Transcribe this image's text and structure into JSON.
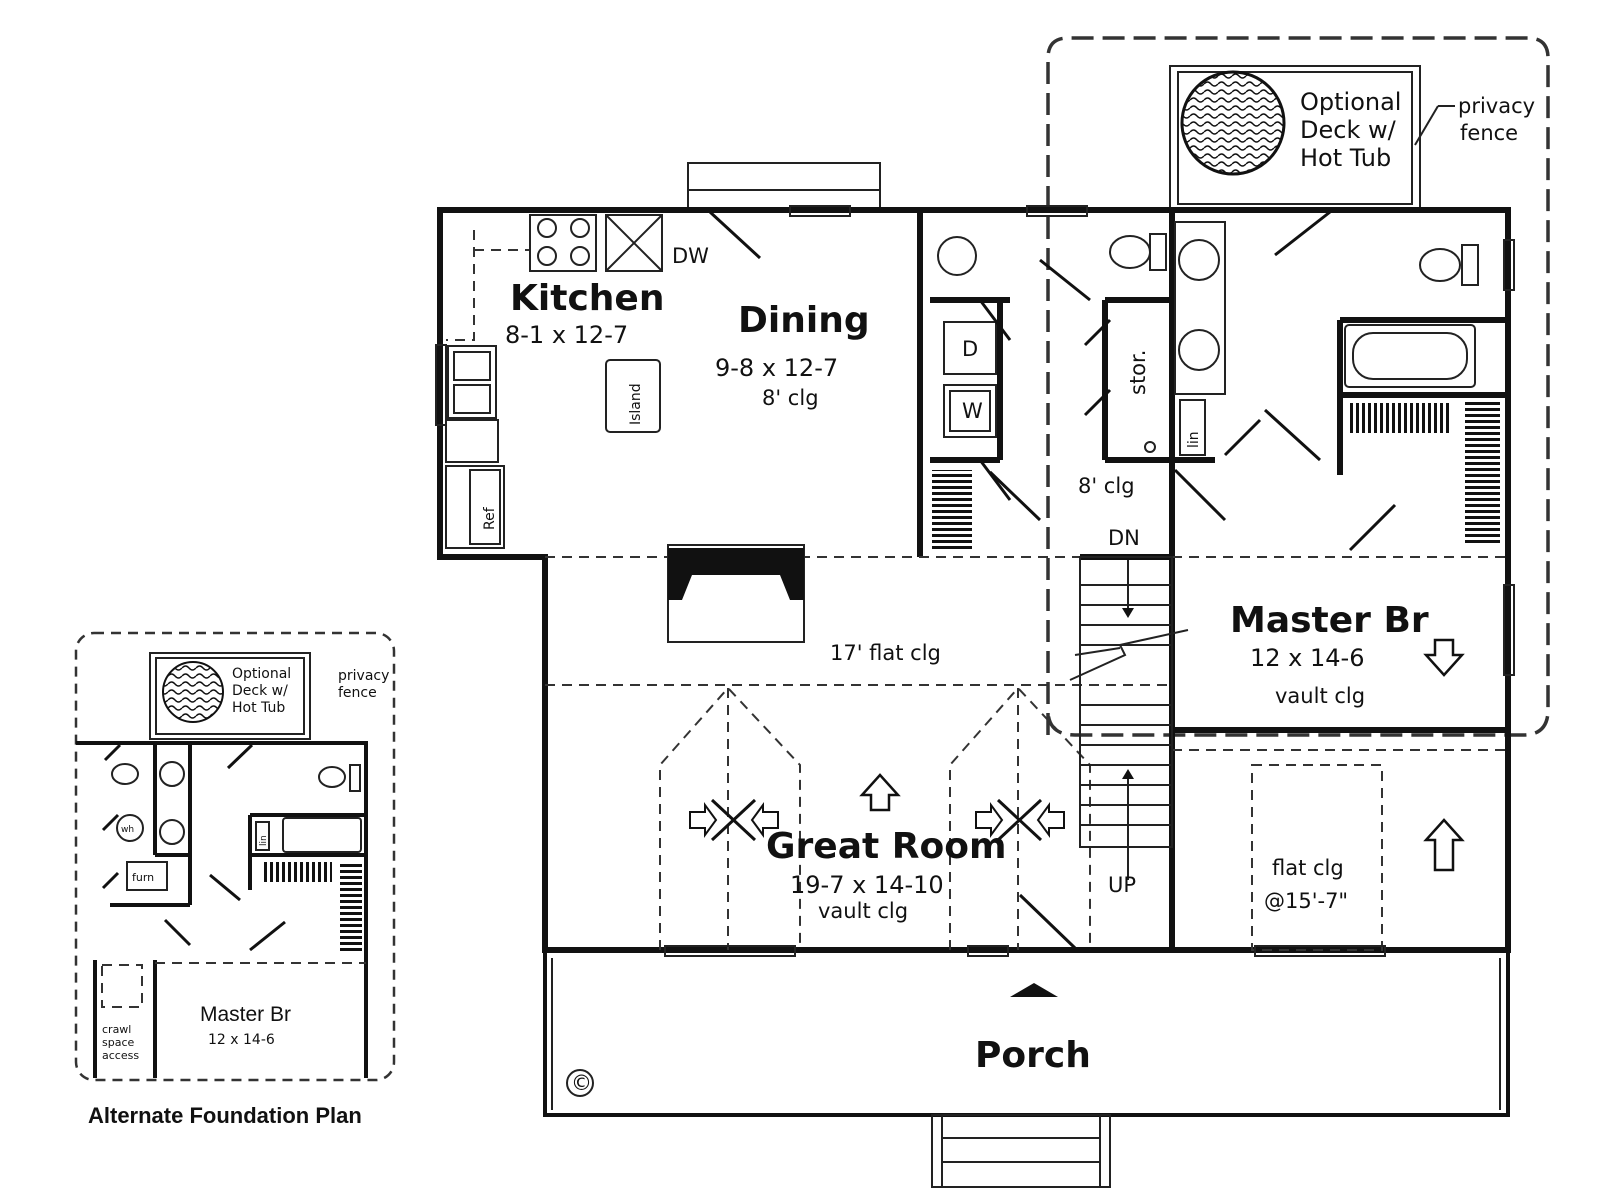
{
  "main_plan": {
    "kitchen": {
      "name": "Kitchen",
      "size": "8-1 x 12-7"
    },
    "dining": {
      "name": "Dining",
      "size": "9-8 x 12-7",
      "ceiling": "8' clg"
    },
    "great_room": {
      "name": "Great Room",
      "size": "19-7 x 14-10",
      "ceiling": "vault clg"
    },
    "master_br": {
      "name": "Master Br",
      "size": "12 x 14-6",
      "ceiling": "vault clg"
    },
    "porch": {
      "name": "Porch"
    },
    "deck": {
      "line1": "Optional",
      "line2": "Deck w/",
      "line3": "Hot Tub"
    },
    "privacy_fence": {
      "line1": "privacy",
      "line2": "fence"
    },
    "labels": {
      "dw": "DW",
      "island": "Island",
      "ref": "Ref",
      "d": "D",
      "w": "W",
      "stor": "stor.",
      "lin": "lin",
      "hall_ceiling": "8' clg",
      "dn": "DN",
      "up": "UP",
      "flat_ceiling_17": "17' flat clg",
      "flat_ceiling_line1": "flat clg",
      "flat_ceiling_line2": "@15'-7\"",
      "copyright": "©"
    }
  },
  "alternate_plan": {
    "caption": "Alternate Foundation Plan",
    "deck": {
      "line1": "Optional",
      "line2": "Deck w/",
      "line3": "Hot Tub"
    },
    "privacy_fence": {
      "line1": "privacy",
      "line2": "fence"
    },
    "master_br": {
      "name": "Master Br",
      "size": "12 x 14-6"
    },
    "labels": {
      "wh": "wh",
      "furn": "furn",
      "lin": "lin",
      "crawl1": "crawl",
      "crawl2": "space",
      "crawl3": "access"
    }
  }
}
